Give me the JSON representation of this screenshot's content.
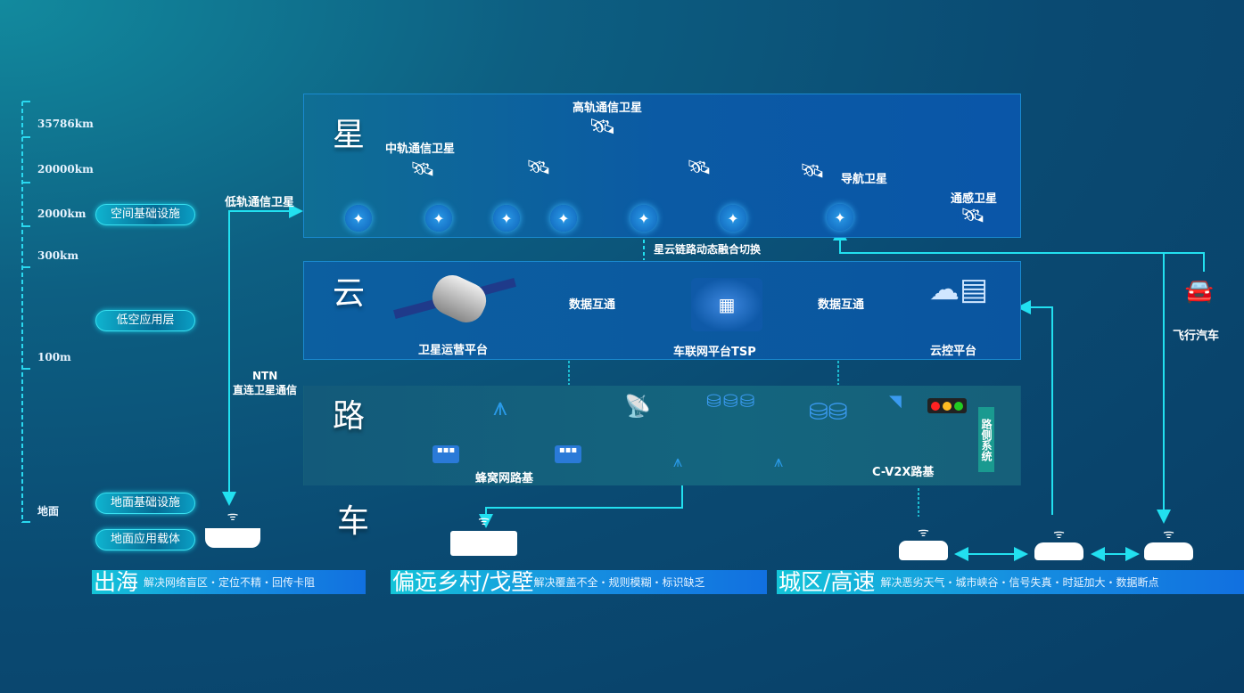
{
  "scale": {
    "labels": [
      "35786km",
      "20000km",
      "2000km",
      "300km",
      "100m",
      "地面"
    ]
  },
  "layers": [
    "空间基础设施",
    "低空应用层",
    "地面基础设施",
    "地面应用载体"
  ],
  "links": {
    "leo": "低轨通信卫星",
    "ntn_line1": "NTN",
    "ntn_line2": "直连卫星通信",
    "star_cloud": "星云链路动态融合切换"
  },
  "star": {
    "title": "星",
    "geo": "高轨通信卫星",
    "meo": "中轨通信卫星",
    "nav": "导航卫星",
    "sensing": "通感卫星"
  },
  "cloud": {
    "title": "云",
    "sat_ops": "卫星运营平台",
    "tsp": "车联网平台TSP",
    "control": "云控平台",
    "exchange1": "数据互通",
    "exchange2": "数据互通"
  },
  "road": {
    "title": "路",
    "cellular": "蜂窝网路基",
    "cv2x": "C-V2X路基",
    "roadside": "路侧系统"
  },
  "vehicle": {
    "title": "车",
    "flying_car": "飞行汽车"
  },
  "scenarios": [
    {
      "title": "出海",
      "desc": "解决网络盲区・定位不精・回传卡阻"
    },
    {
      "title": "偏远乡村/戈壁",
      "desc": "解决覆盖不全・规则模糊・标识缺乏"
    },
    {
      "title": "城区/高速",
      "desc": "解决恶劣天气・城市峡谷・信号失真・时延加大・数据断点"
    }
  ],
  "colors": {
    "accent": "#22e0f0",
    "panel": "#0b5fa8",
    "banner": "#1690e0"
  }
}
